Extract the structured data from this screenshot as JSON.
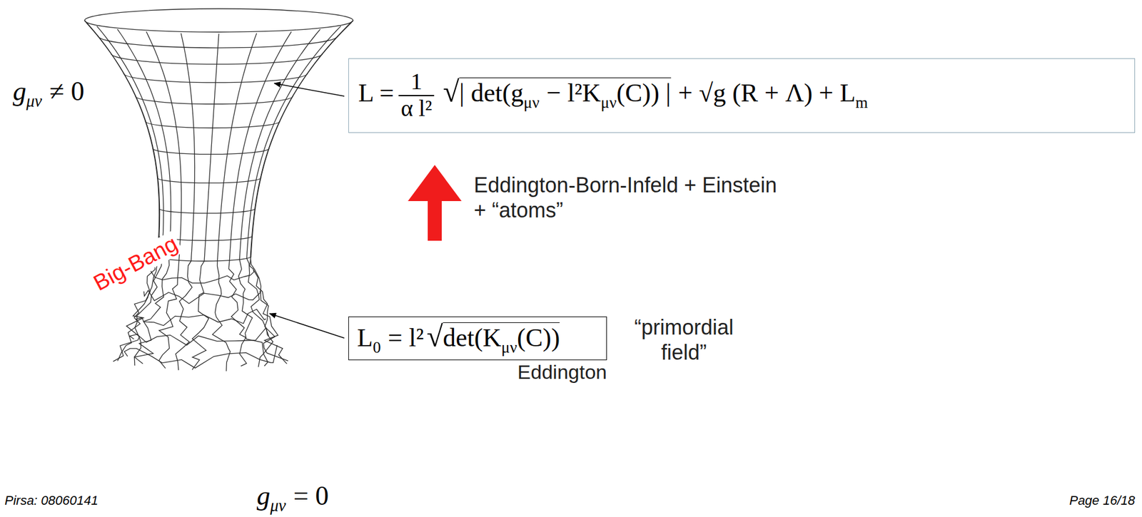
{
  "diagram": {
    "nodes": [
      {
        "text": [
          "L =",
          "1",
          "α l²",
          "√",
          "| det(g",
          "μν",
          "− l²K",
          "μν",
          "(C)) |",
          "+ √g (R + Λ) + L",
          "m"
        ]
      },
      {
        "text": [
          "L",
          "0",
          "= l²",
          "√",
          "det(K",
          "μν",
          "(C))"
        ]
      }
    ],
    "edges": [
      {
        "from": 1,
        "to": 0,
        "arrow": "to"
      }
    ],
    "labels": [
      "g",
      "μν",
      "≠ 0",
      "Big-Bang",
      "Eddington-Born-Infeld + Einstein + “atoms”",
      "“primordial field”",
      "Eddington",
      "Pirsa: 08060141",
      "Page 16/18",
      "g",
      "μν",
      "= 0"
    ]
  }
}
